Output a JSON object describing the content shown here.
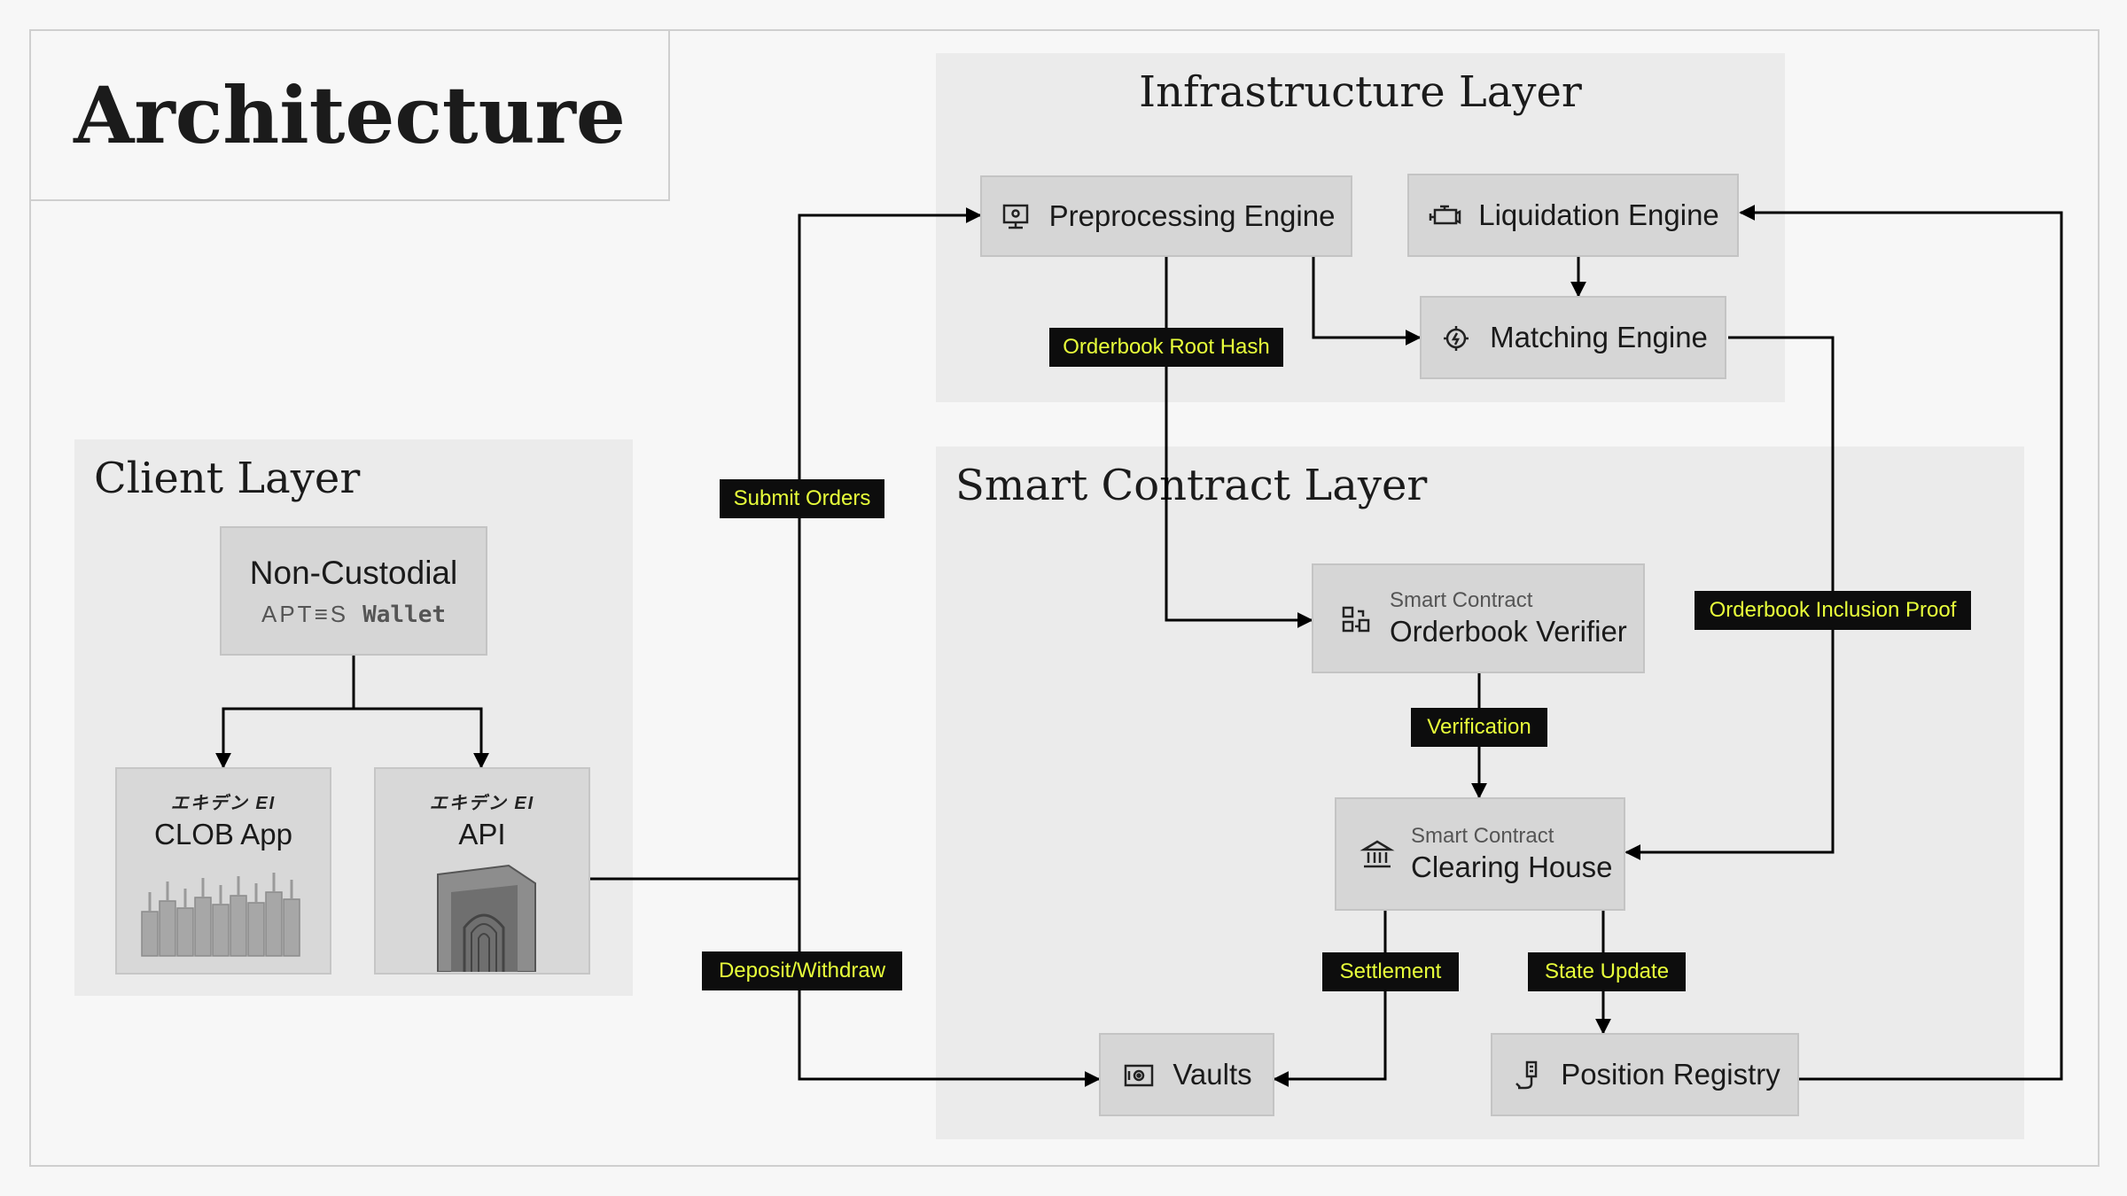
{
  "title": "Architecture",
  "layers": {
    "infrastructure": "Infrastructure Layer",
    "client": "Client Layer",
    "smart_contract": "Smart Contract Layer"
  },
  "nodes": {
    "preprocessing": "Preprocessing Engine",
    "liquidation": "Liquidation Engine",
    "matching": "Matching Engine",
    "non_custodial": "Non-Custodial",
    "aptos_brand": "APT≡S",
    "wallet": "Wallet",
    "clob_app": "CLOB App",
    "api": "API",
    "brand_small": "エキデン EI",
    "verifier_sub": "Smart Contract",
    "verifier": "Orderbook Verifier",
    "clearing_sub": "Smart Contract",
    "clearing": "Clearing House",
    "vaults": "Vaults",
    "position_registry": "Position Registry"
  },
  "edge_labels": {
    "orderbook_root_hash": "Orderbook Root Hash",
    "submit_orders": "Submit Orders",
    "orderbook_inclusion_proof": "Orderbook Inclusion Proof",
    "verification": "Verification",
    "deposit_withdraw": "Deposit/Withdraw",
    "settlement": "Settlement",
    "state_update": "State Update"
  },
  "colors": {
    "label_bg": "#0d0d0d",
    "label_text": "#e8ff3a",
    "node_bg": "#d6d6d6",
    "layer_bg": "#ebebeb"
  }
}
